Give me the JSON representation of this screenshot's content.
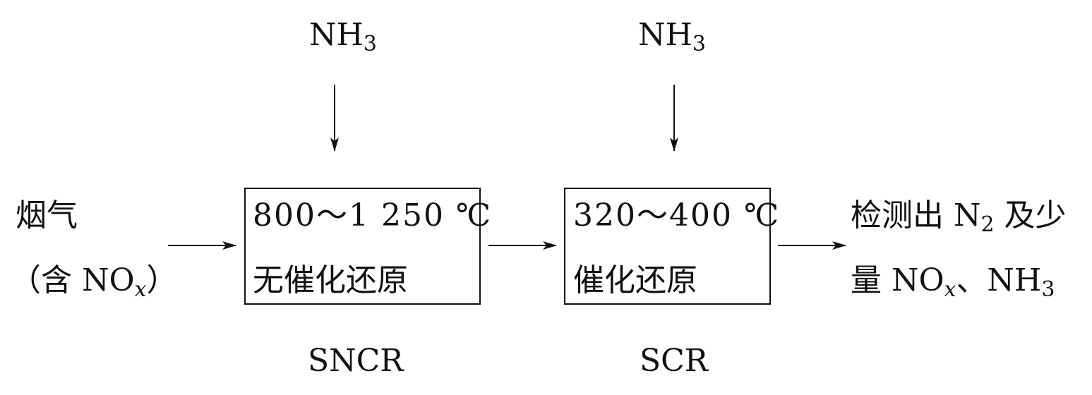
{
  "diagram": {
    "input": {
      "line1": "烟气",
      "line2_prefix": "（含 NO",
      "line2_sub": "x",
      "line2_suffix": "）"
    },
    "reagent1": {
      "main": "NH",
      "sub": "3"
    },
    "reagent2": {
      "main": "NH",
      "sub": "3"
    },
    "stage1": {
      "temperature": "800～1 250 ℃",
      "process": "无催化还原",
      "label": "SNCR"
    },
    "stage2": {
      "temperature": "320～400 ℃",
      "process": "催化还原",
      "label": "SCR"
    },
    "output": {
      "line1_prefix": "检测出 N",
      "line1_sub": "2",
      "line1_suffix": " 及少",
      "line2_prefix": "量 NO",
      "line2_sub": "x",
      "line2_mid": "、NH",
      "line2_sub2": "3"
    }
  }
}
